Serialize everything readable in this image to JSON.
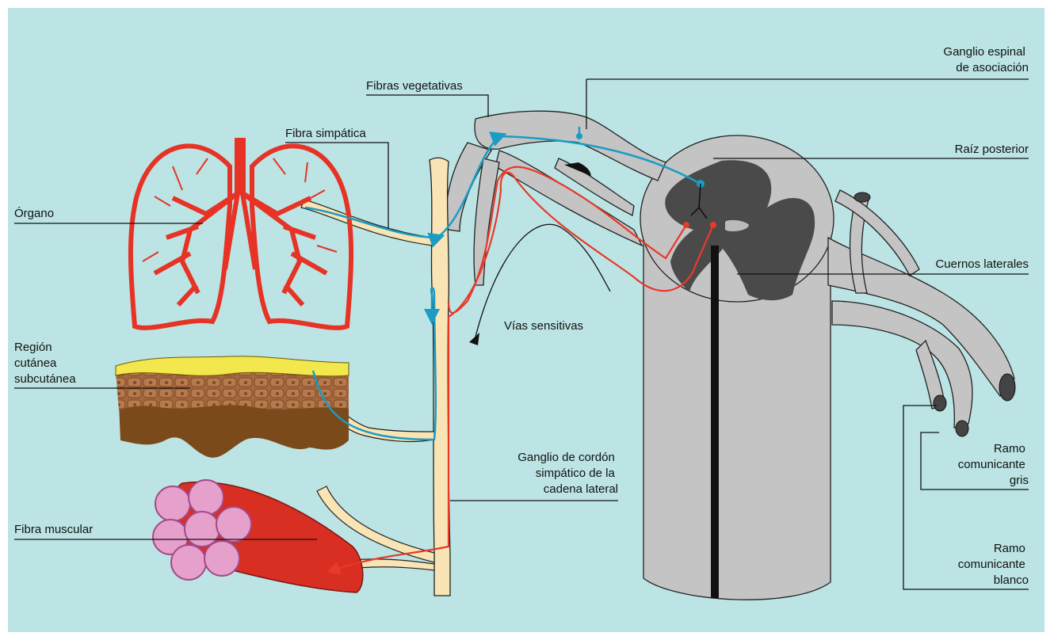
{
  "labels": {
    "ganglio_espinal": [
      "Ganglio espinal",
      "de asociación"
    ],
    "fibras_vegetativas": "Fibras vegetativas",
    "fibra_simpatica": "Fibra simpática",
    "raiz_posterior": "Raíz posterior",
    "organo": "Órgano",
    "cuernos_laterales": "Cuernos laterales",
    "vias_sensitivas": "Vías sensitivas",
    "region_cutanea": [
      "Región",
      "cutánea",
      "subcutánea"
    ],
    "ganglio_cordon": [
      "Ganglio de cordón",
      "simpático de la",
      "cadena lateral"
    ],
    "ramo_gris": [
      "Ramo",
      "comunicante",
      "gris"
    ],
    "fibra_muscular": "Fibra muscular",
    "ramo_blanco": [
      "Ramo",
      "comunicante",
      "blanco"
    ]
  },
  "colors": {
    "background": "#bce4e4",
    "sensory_pathway": "#1a9cc4",
    "sympathetic_pathway": "#e8392a",
    "organ": "#e63325",
    "spinal_cord": "#c4c4c4",
    "gray_matter": "#4a4a4a",
    "sympathetic_chain": "#f8e4b4"
  }
}
